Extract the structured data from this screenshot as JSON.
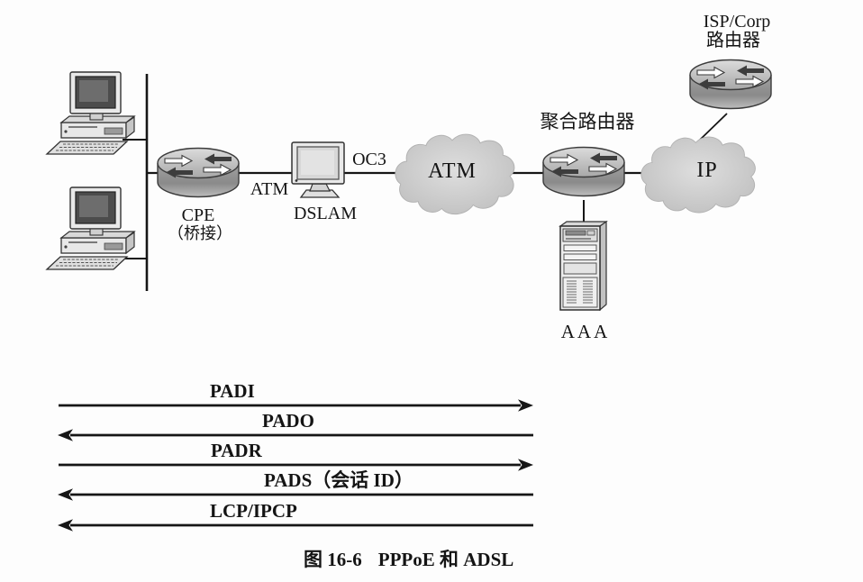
{
  "figure_type": "network-topology-and-message-sequence-diagram",
  "topology": {
    "labels": {
      "cpe_title": "CPE",
      "cpe_sub": "（桥接）",
      "link_cpe_dslam": "ATM",
      "dslam": "DSLAM",
      "link_dslam_cloud": "OC3",
      "atm_cloud": "ATM",
      "agg_router": "聚合路由器",
      "aaa_server": "AAA",
      "ip_cloud": "IP",
      "isp_router_line1": "ISP/Corp",
      "isp_router_line2": "路由器"
    },
    "icons": {
      "pc": "desktop-computer-icon",
      "cpe": "router-icon",
      "dslam": "monitor-icon",
      "atm": "cloud-icon",
      "aggregation": "router-icon",
      "aaa": "tower-server-icon",
      "ip": "cloud-icon",
      "isp": "router-icon"
    }
  },
  "sequence": {
    "messages": [
      {
        "label": "PADI",
        "direction": "right"
      },
      {
        "label": "PADO",
        "direction": "left"
      },
      {
        "label": "PADR",
        "direction": "right"
      },
      {
        "label": "PADS（会话 ID）",
        "direction": "left"
      },
      {
        "label": "LCP/IPCP",
        "direction": "left"
      }
    ]
  },
  "caption": {
    "number": "图 16-6",
    "title": "PPPoE 和 ADSL"
  },
  "colors": {
    "background": "#fdfdfd",
    "ink": "#161616",
    "cloud_fill": "#c9c9c9",
    "icon_light": "#e9e9e9",
    "icon_mid": "#b5b5b5",
    "icon_dark": "#6f6f6f"
  }
}
